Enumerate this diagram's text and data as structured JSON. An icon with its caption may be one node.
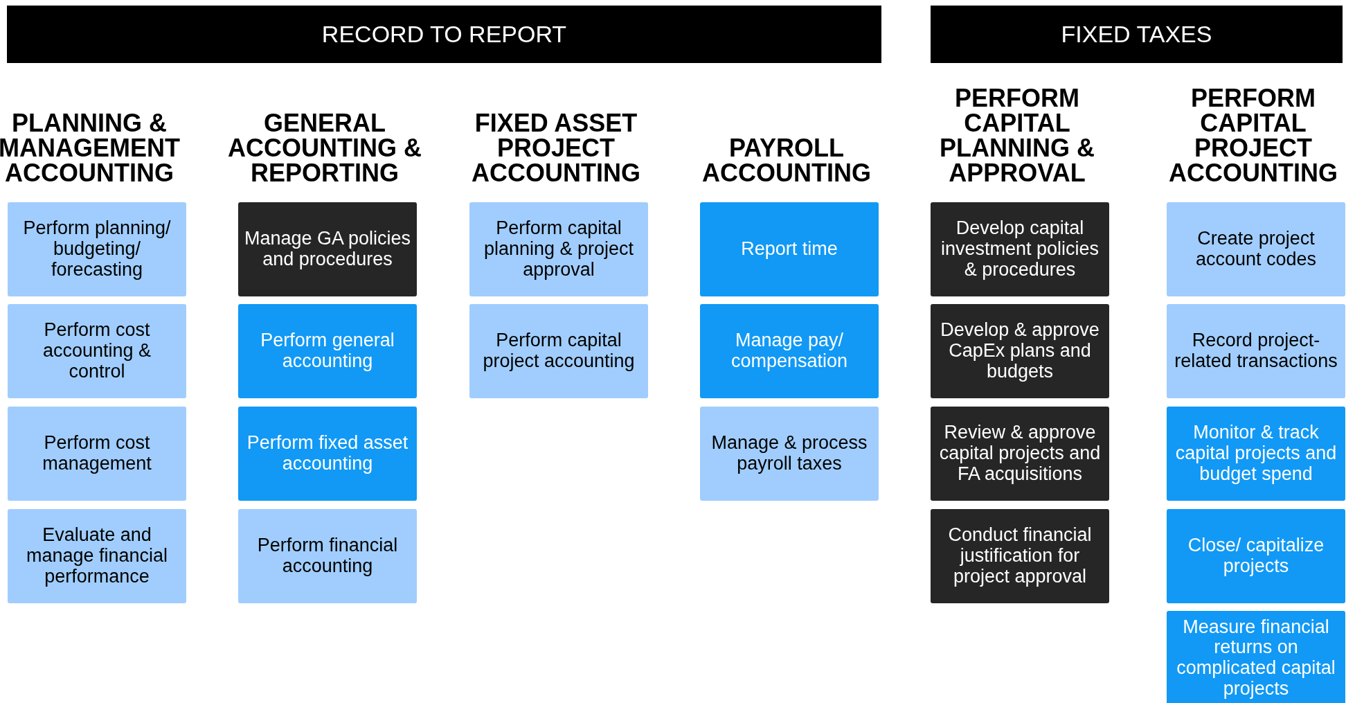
{
  "diagram": {
    "nodes": [
      {
        "text": [
          "RECORD TO REPORT"
        ]
      },
      {
        "text": [
          "FIXED TAXES"
        ]
      },
      {
        "text": [
          "Perform planning/ budgeting/ forecasting"
        ]
      },
      {
        "text": [
          "Perform cost accounting & control"
        ]
      },
      {
        "text": [
          "Perform cost management"
        ]
      },
      {
        "text": [
          "Evaluate and manage financial performance"
        ]
      },
      {
        "text": [
          "Manage GA policies and procedures"
        ]
      },
      {
        "text": [
          "Perform general accounting"
        ]
      },
      {
        "text": [
          "Perform fixed asset accounting"
        ]
      },
      {
        "text": [
          "Perform financial accounting"
        ]
      },
      {
        "text": [
          "Perform capital planning & project approval"
        ]
      },
      {
        "text": [
          "Perform capital project accounting"
        ]
      },
      {
        "text": [
          "Report time"
        ]
      },
      {
        "text": [
          "Manage pay/ compensation"
        ]
      },
      {
        "text": [
          "Manage & process payroll taxes"
        ]
      },
      {
        "text": [
          "Develop capital investment policies & procedures"
        ]
      },
      {
        "text": [
          "Develop & approve CapEx plans and budgets"
        ]
      },
      {
        "text": [
          "Review & approve capital projects and FA acquisitions"
        ]
      },
      {
        "text": [
          "Conduct financial justification for project approval"
        ]
      },
      {
        "text": [
          "Create project account codes"
        ]
      },
      {
        "text": [
          "Record project-related transactions"
        ]
      },
      {
        "text": [
          "Monitor & track capital projects and budget spend"
        ]
      },
      {
        "text": [
          "Close/ capitalize projects"
        ]
      },
      {
        "text": [
          "Measure financial returns on complicated capital projects"
        ]
      }
    ],
    "edges": [],
    "labels": [
      "PLANNING & MANAGEMENT ACCOUNTING",
      "GENERAL ACCOUNTING & REPORTING",
      "FIXED ASSET PROJECT ACCOUNTING",
      "PAYROLL ACCOUNTING",
      "PERFORM CAPITAL PLANNING & APPROVAL",
      "PERFORM CAPITAL PROJECT ACCOUNTING"
    ]
  }
}
